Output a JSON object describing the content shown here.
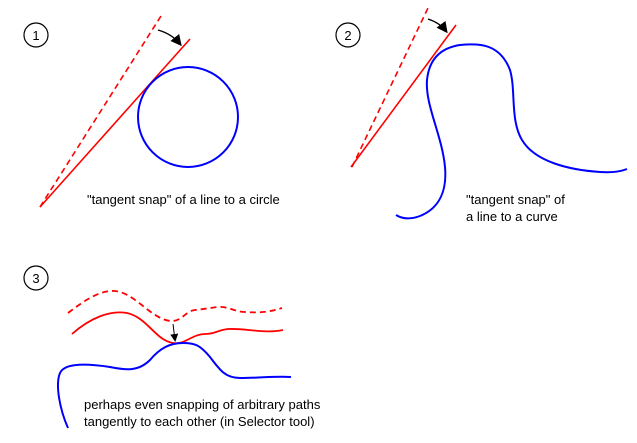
{
  "colors": {
    "line": "#ff0000",
    "curve": "#0000ff",
    "arrow": "#000000"
  },
  "panels": [
    {
      "number": "1",
      "caption_lines": [
        "\"tangent snap\" of a line to a circle"
      ]
    },
    {
      "number": "2",
      "caption_lines": [
        "\"tangent snap\" of",
        "a line to a curve"
      ]
    },
    {
      "number": "3",
      "caption_lines": [
        "perhaps even snapping of arbitrary paths",
        "tangently to each other (in Selector tool)"
      ]
    }
  ]
}
